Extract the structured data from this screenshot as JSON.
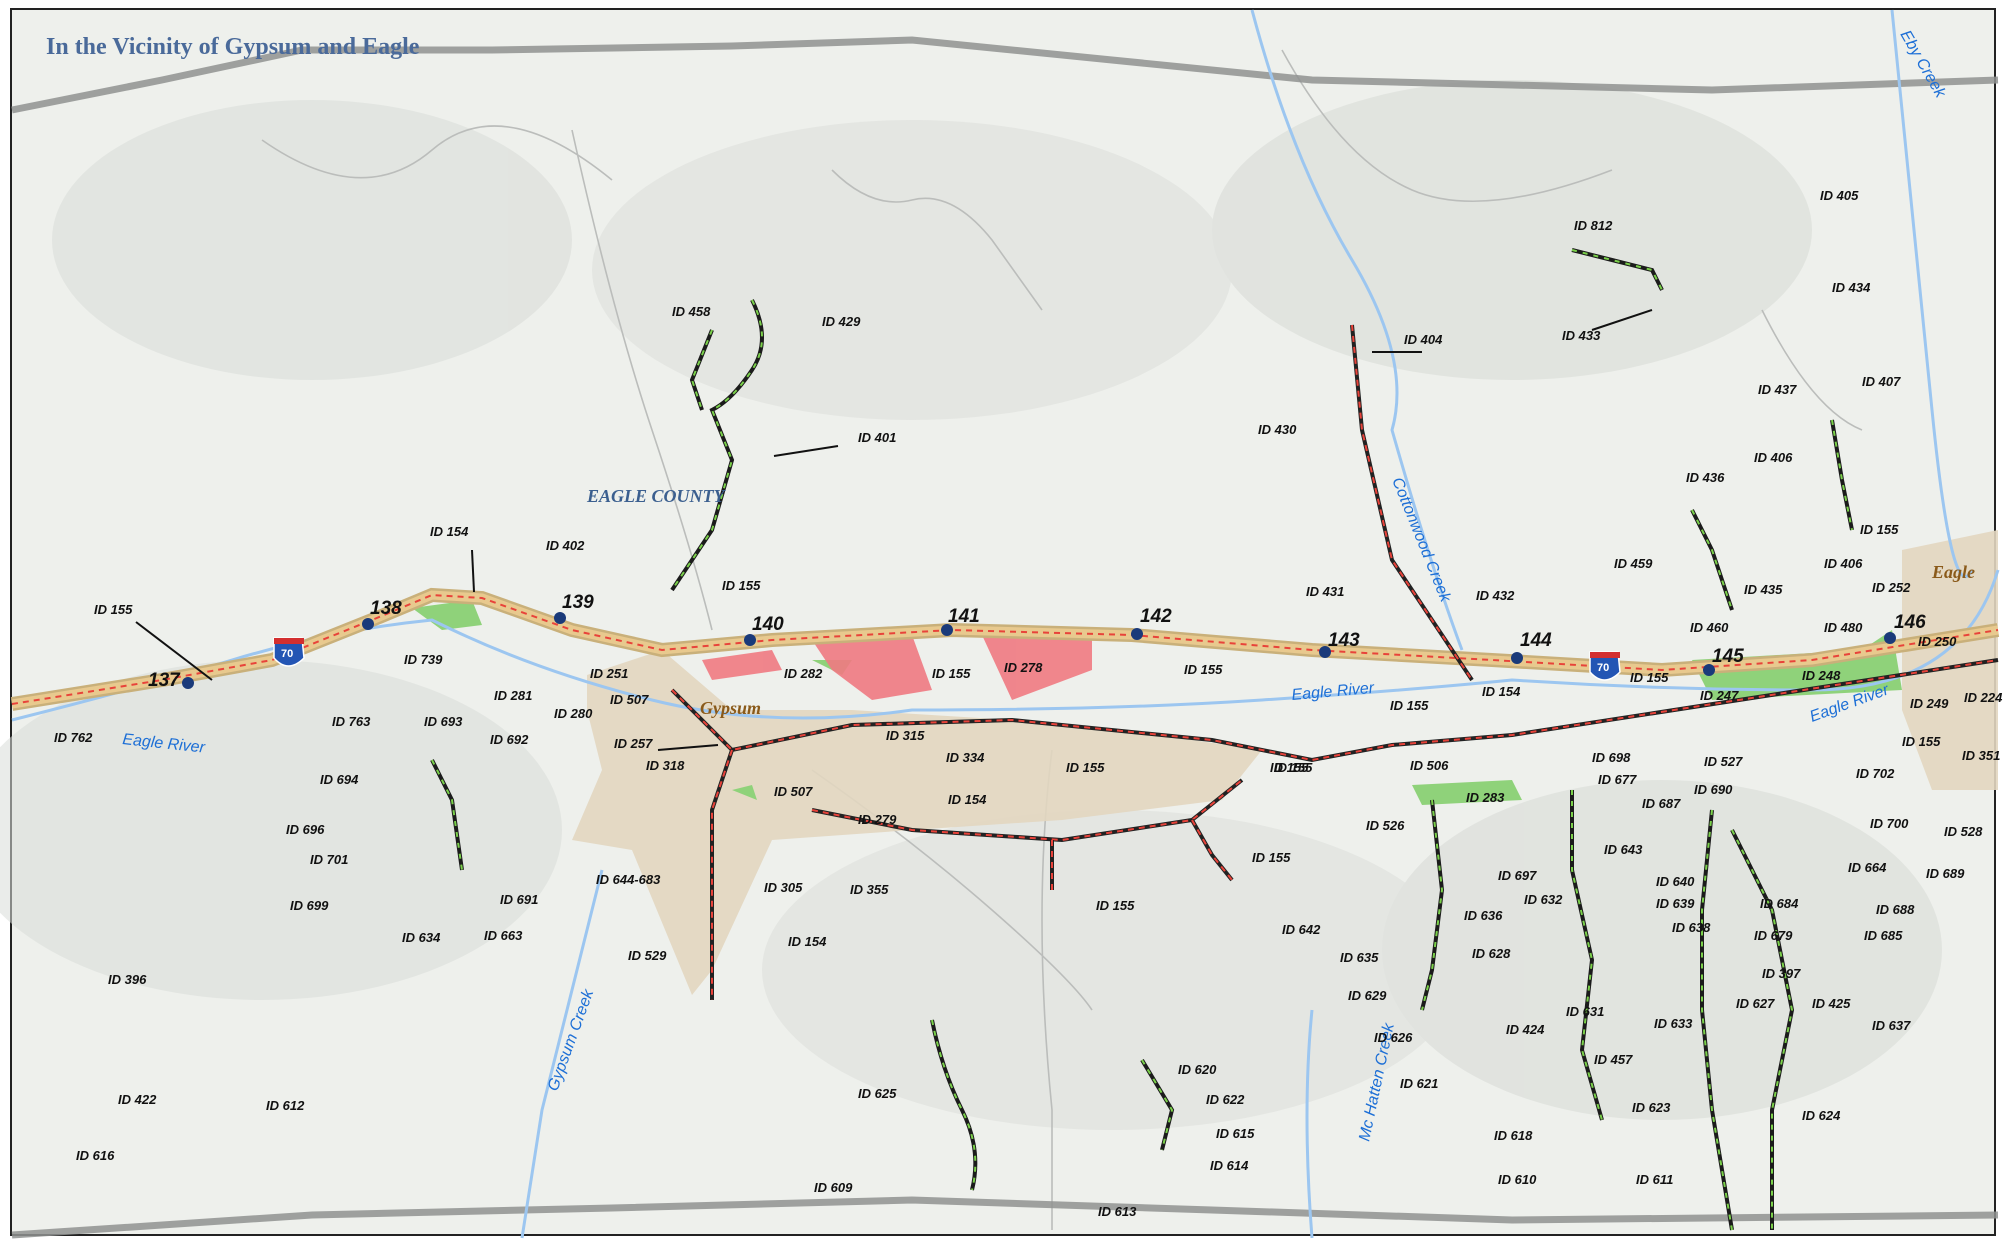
{
  "map_title": "In the Vicinity of Gypsum and Eagle",
  "county_label": "EAGLE COUNTY",
  "towns": [
    "Gypsum",
    "Eagle"
  ],
  "water_labels": [
    "Eagle River",
    "Eagle River",
    "Eagle River",
    "Cottonwood Creek",
    "Gypsum Creek",
    "Mc Hatten Creek",
    "Eby Creek"
  ],
  "interstate_shield": "70",
  "mile_markers": [
    "137",
    "138",
    "139",
    "140",
    "141",
    "142",
    "143",
    "144",
    "145",
    "146"
  ],
  "feature_labels": [
    "ID 155",
    "ID 762",
    "ID 763",
    "ID 154",
    "ID 739",
    "ID 281",
    "ID 280",
    "ID 251",
    "ID 402",
    "ID 155",
    "ID 507",
    "ID 257",
    "ID 318",
    "ID 507",
    "ID 282",
    "ID 155",
    "ID 278",
    "ID 155",
    "ID 458",
    "ID 429",
    "ID 401",
    "ID 693",
    "ID 692",
    "ID 694",
    "ID 696",
    "ID 701",
    "ID 699",
    "ID 691",
    "ID 663",
    "ID 634",
    "ID 644-683",
    "ID 315",
    "ID 334",
    "ID 279",
    "ID 305",
    "ID 355",
    "ID 529",
    "ID 154",
    "ID 154",
    "ID 155",
    "ID 155",
    "ID 155",
    "ID 155",
    "ID 155",
    "ID 430",
    "ID 404",
    "ID 431",
    "ID 432",
    "ID 154",
    "ID 506",
    "ID 155",
    "ID 526",
    "ID 283",
    "ID 642",
    "ID 636",
    "ID 635",
    "ID 628",
    "ID 629",
    "ID 626",
    "ID 424",
    "ID 621",
    "ID 396",
    "ID 422",
    "ID 616",
    "ID 612",
    "ID 625",
    "ID 609",
    "ID 623",
    "ID 620",
    "ID 622",
    "ID 615",
    "ID 614",
    "ID 613",
    "ID 457",
    "ID 618",
    "ID 610",
    "ID 611",
    "ID 624",
    "ID 812",
    "ID 433",
    "ID 405",
    "ID 434",
    "ID 437",
    "ID 407",
    "ID 406",
    "ID 436",
    "ID 155",
    "ID 459",
    "ID 435",
    "ID 406",
    "ID 252",
    "ID 460",
    "ID 480",
    "ID 250",
    "ID 248",
    "ID 247",
    "ID 155",
    "ID 249",
    "ID 224",
    "ID 155",
    "ID 351",
    "ID 527",
    "ID 702",
    "ID 698",
    "ID 677",
    "ID 690",
    "ID 687",
    "ID 700",
    "ID 528",
    "ID 643",
    "ID 664",
    "ID 689",
    "ID 697",
    "ID 640",
    "ID 632",
    "ID 639",
    "ID 684",
    "ID 688",
    "ID 638",
    "ID 679",
    "ID 685",
    "ID 397",
    "ID 631",
    "ID 633",
    "ID 627",
    "ID 425",
    "ID 637"
  ],
  "colors": {
    "background_terrain": "#eef0ec",
    "urban_area": "#e2d6c0",
    "park_green": "#8fd27a",
    "hazard_red": "#f07a82",
    "interstate": "#e8c98e",
    "water": "#1d6fd6",
    "mile_marker_dot": "#1a3a7a"
  }
}
